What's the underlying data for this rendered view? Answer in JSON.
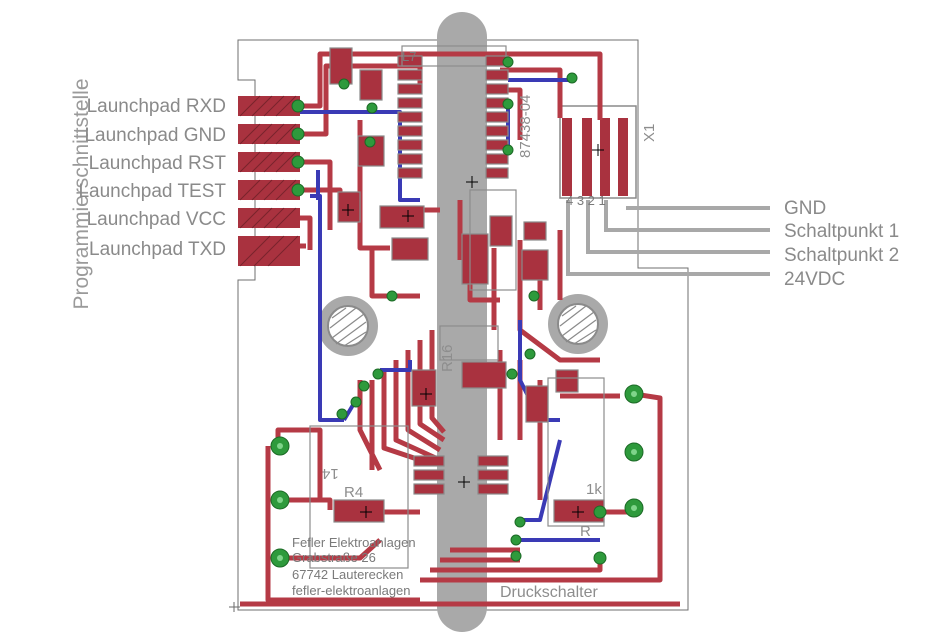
{
  "board": {
    "title": "Programmierschnittstelle",
    "connector_left": [
      "Launchpad RXD",
      "Launchpad GND",
      "Launchpad RST",
      "Launchpad TEST",
      "Launchpad VCC",
      "Launchpad TXD"
    ],
    "connector_right": [
      "GND",
      "Schaltpunkt 1",
      "Schaltpunkt 2",
      "24VDC"
    ],
    "connector_part": "87438-04",
    "connector_name": "X1",
    "connector_pins": "4 3 2 1",
    "chip_label": "L7",
    "address": [
      "Fefler Elektroanlagen",
      "Grabstraße 26",
      "67742 Lauterecken",
      "fefler-elektroanlagen"
    ],
    "button_label": "Druckschalter",
    "part_labels": {
      "r4": "R4",
      "r4_value": "14",
      "r16": "R16",
      "r_value": "1k",
      "r_bottom": "R"
    }
  },
  "colors": {
    "trace_top": "#b53a45",
    "trace_bottom": "#3a3ab5",
    "via": "#2e9a3c",
    "silk": "#8c8c8c",
    "outline": "#9a9a9a",
    "pad_fill": "#a9323f"
  }
}
